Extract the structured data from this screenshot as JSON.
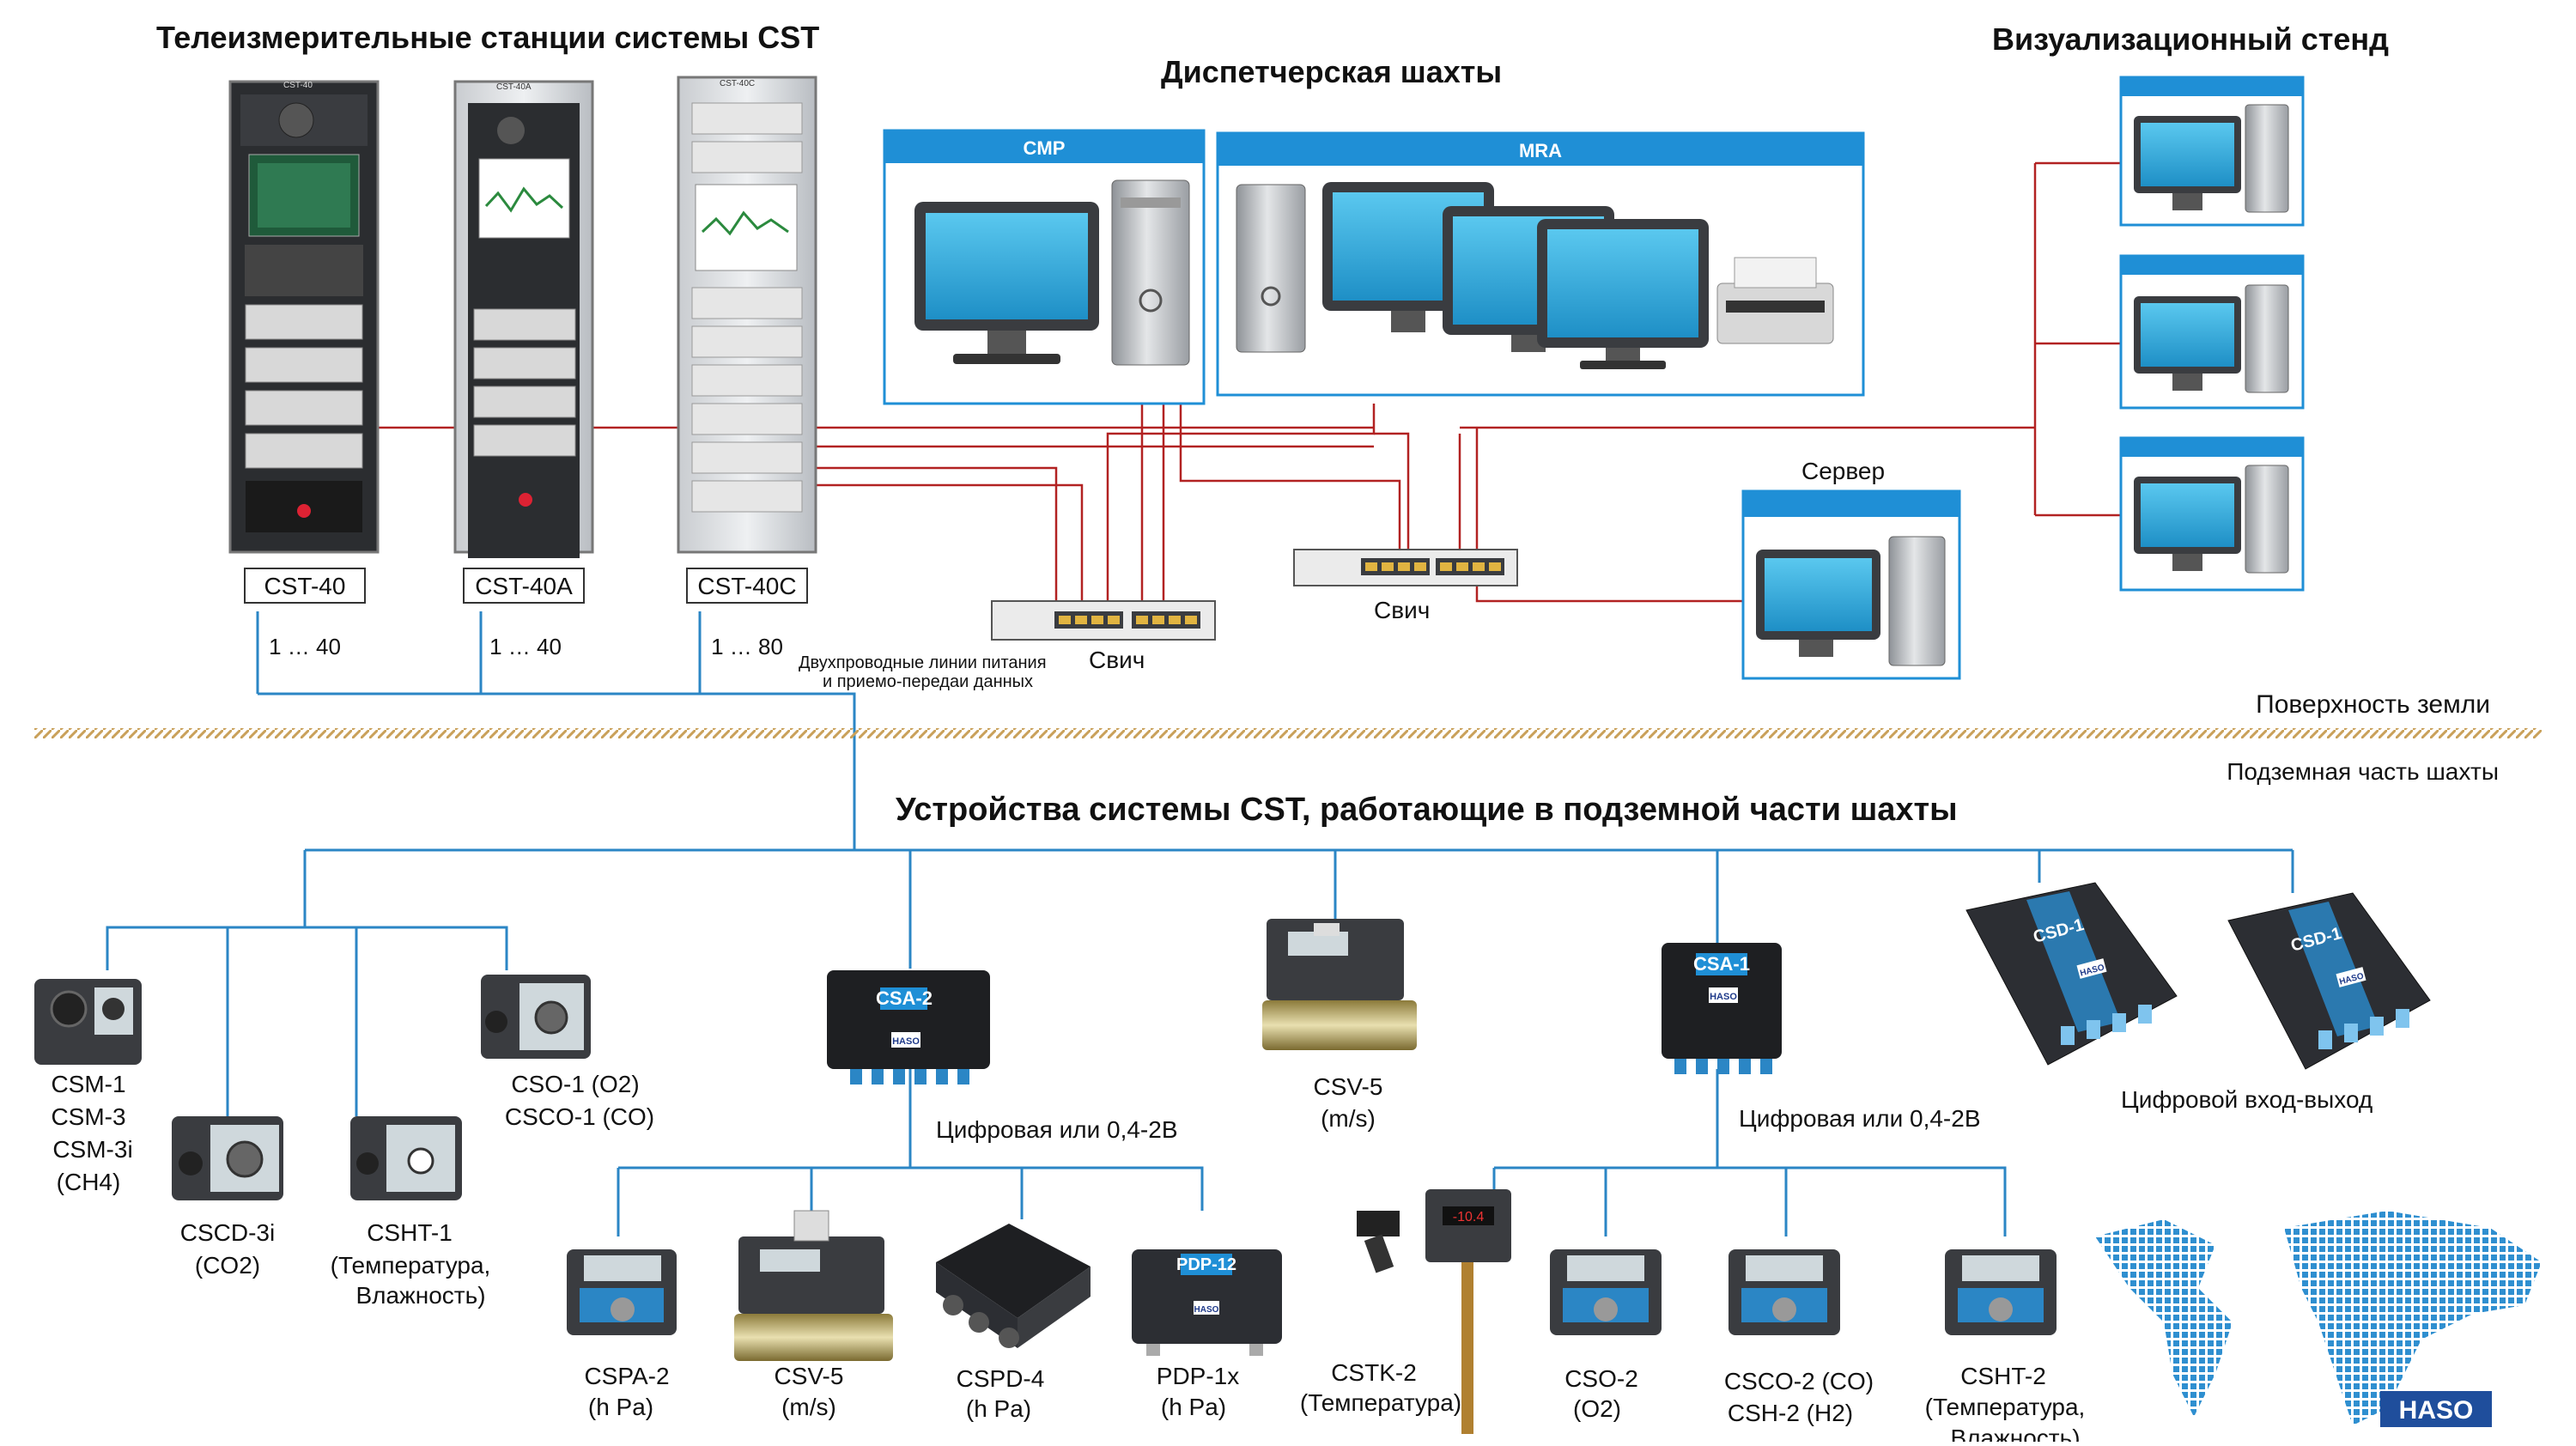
{
  "titles": {
    "stations": "Телеизмерительные станции системы CST",
    "dispatch": "Диспетчерская шахты",
    "visual": "Визуализационный стенд",
    "underground_devices": "Устройства системы CST, работающие в подземной части шахты"
  },
  "stations": [
    {
      "label": "CST-40",
      "range": "1 … 40",
      "plate": "CST-40"
    },
    {
      "label": "CST-40A",
      "range": "1 … 40",
      "plate": "CST-40A"
    },
    {
      "label": "CST-40C",
      "range": "1 … 80",
      "plate": "CST-40C"
    }
  ],
  "dispatch_panels": {
    "cmp": "CMP",
    "mra": "MRA"
  },
  "switch_label": "Свич",
  "server_label": "Сервер",
  "lines_note": [
    "Двухпроводные линии питания",
    "и приемо-передаи данных"
  ],
  "ground": {
    "surface": "Поверхность земли",
    "underground": "Подземная часть шахты"
  },
  "hub_labels": {
    "csa2_signal": "Цифровая или 0,4-2В",
    "csa1_signal": "Цифровая или 0,4-2В",
    "digital_io": "Цифровой вход-выход"
  },
  "device_plates": {
    "csa2": "CSA-2",
    "csa1": "CSA-1",
    "csd1a": "CSD-1",
    "csd1b": "CSD-1",
    "pdp12": "PDP-12",
    "cstk_display": "-10.4",
    "brand_small": "HASO"
  },
  "devices": {
    "csm": [
      "CSM-1",
      "CSM-3",
      "CSM-3i",
      "(CH4)"
    ],
    "cscd": [
      "CSCD-3i",
      "(CO2)"
    ],
    "csht1": [
      "CSHT-1",
      "(Температура,",
      "Влажность)"
    ],
    "cso1": [
      "CSO-1 (O2)",
      "CSCO-1 (CO)"
    ],
    "csv5_top": [
      "CSV-5",
      "(m/s)"
    ],
    "cspa2": [
      "CSPA-2",
      "(h Pa)"
    ],
    "csv5_bot": [
      "CSV-5",
      "(m/s)"
    ],
    "cspd4": [
      "CSPD-4",
      "(h Pa)"
    ],
    "pdp1x": [
      "PDP-1x",
      "(h Pa)"
    ],
    "cstk2": [
      "CSTK-2",
      "(Температура)"
    ],
    "cso2": [
      "CSO-2",
      "(O2)"
    ],
    "csco2": [
      "CSCO-2 (CO)",
      "CSH-2 (H2)"
    ],
    "csht2": [
      "CSHT-2",
      "(Температура,",
      "Влажность)"
    ]
  },
  "brand": "HASO",
  "colors": {
    "red_line": "#b22222",
    "blue_line": "#2b86c5",
    "panel_blue": "#1f8fd6",
    "monitor": "#38b6e6",
    "ground": "#c9a15a"
  }
}
